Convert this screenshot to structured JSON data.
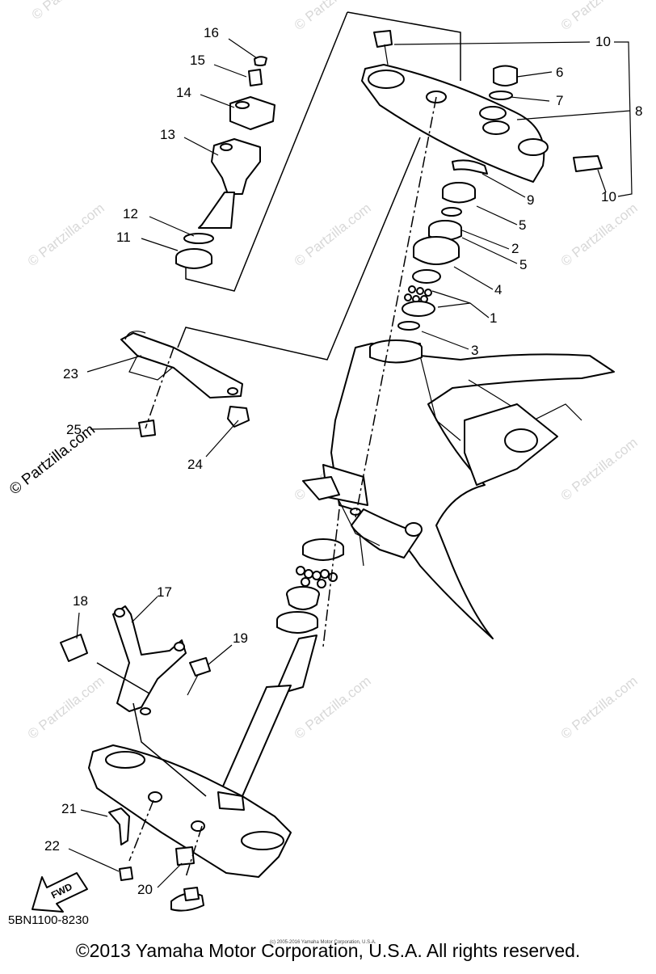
{
  "diagram": {
    "code": "5BN1100-8230",
    "copyright": "©2013 Yamaha Motor Corporation, U.S.A. All rights reserved.",
    "small_print": "(c) 2005-2016 Yamaha Motor Corporation, U.S.A.",
    "side_watermark": "© Partzilla.com",
    "watermark_text": "© Partzilla.com",
    "fwd_label": "FWD",
    "callouts": [
      "1",
      "2",
      "3",
      "4",
      "5",
      "5",
      "6",
      "7",
      "8",
      "9",
      "10",
      "10",
      "11",
      "12",
      "13",
      "14",
      "15",
      "16",
      "17",
      "18",
      "19",
      "20",
      "21",
      "22",
      "23",
      "24",
      "25"
    ]
  }
}
